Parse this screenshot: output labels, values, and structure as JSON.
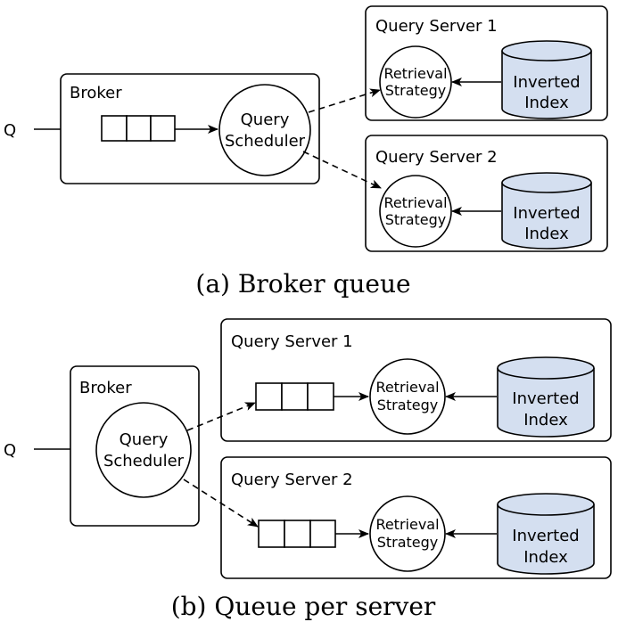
{
  "input_label": "Q",
  "labels": {
    "broker": "Broker",
    "query_scheduler_line1": "Query",
    "query_scheduler_line2": "Scheduler",
    "query_server_1": "Query Server 1",
    "query_server_2": "Query Server 2",
    "retrieval_line1": "Retrieval",
    "retrieval_line2": "Strategy",
    "index_line1": "Inverted",
    "index_line2": "Index"
  },
  "captions": {
    "a": "(a) Broker queue",
    "b": "(b) Queue per server"
  },
  "colors": {
    "index_fill": "#d4dff0"
  }
}
